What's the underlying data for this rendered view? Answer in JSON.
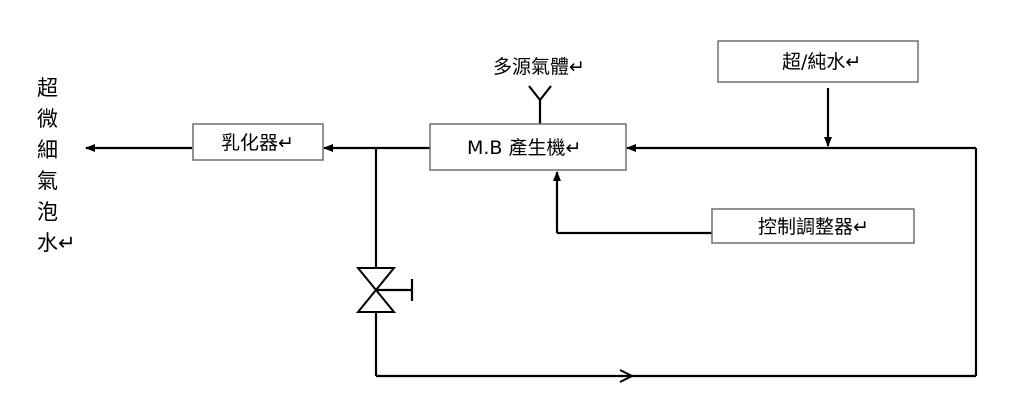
{
  "diagram": {
    "boxes": {
      "emulsifier": "乳化器↵",
      "mb_generator": "M.B 產生機↵",
      "pure_water": "超/純水↵",
      "controller": "控制調整器↵"
    },
    "labels": {
      "gas_source": "多源氣體↵",
      "output_chars": [
        "超",
        "微",
        "細",
        "氣",
        "泡",
        "水↵"
      ]
    }
  }
}
